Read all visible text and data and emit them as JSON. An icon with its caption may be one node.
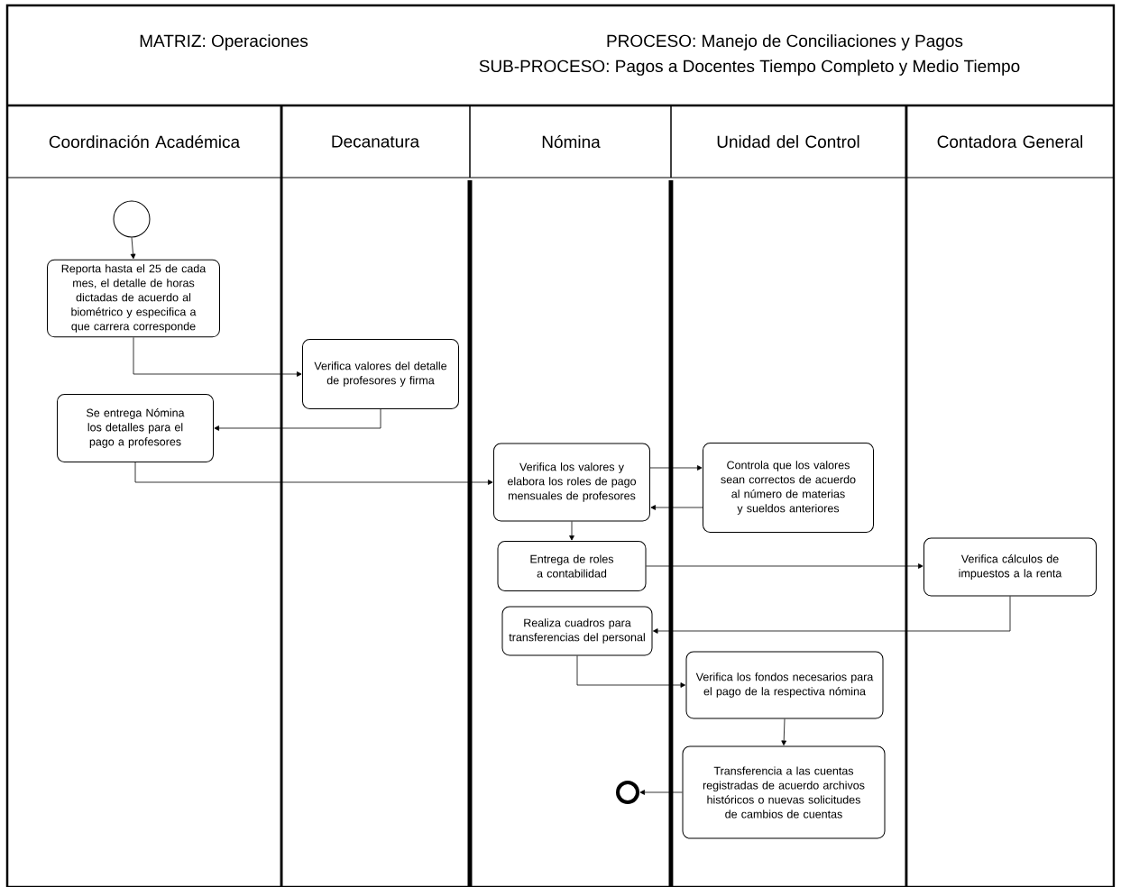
{
  "diagram": {
    "nodes": [
      {
        "text": [
          "Coordinación Académica"
        ]
      },
      {
        "text": [
          "Decanatura"
        ]
      },
      {
        "text": [
          "Nómina"
        ]
      },
      {
        "text": [
          "Unidad del Control"
        ]
      },
      {
        "text": [
          "Contadora General"
        ]
      },
      {
        "text": [],
        "shape": "circle"
      },
      {
        "text": [
          "Reporta hasta el 25 de cada mes, el detalle de horas dictadas de acuerdo al biométrico y especifica a que carrera corresponde"
        ]
      },
      {
        "text": [
          "Verifica valores del detalle de profesores y firma"
        ]
      },
      {
        "text": [
          "Se entrega Nómina los detalles para el pago a profesores"
        ]
      },
      {
        "text": [
          "Verifica los valores y elabora los roles de pago mensuales de profesores"
        ]
      },
      {
        "text": [
          "Controla que los valores sean correctos de acuerdo al número de materias y sueldos anteriores"
        ]
      },
      {
        "text": [
          "Entrega de roles a contabilidad"
        ]
      },
      {
        "text": [
          "Verifica cálculos de impuestos a la renta"
        ]
      },
      {
        "text": [
          "Realiza cuadros para transferencias del personal"
        ]
      },
      {
        "text": [
          "Verifica los fondos necesarios para el pago de la respectiva nómina"
        ]
      },
      {
        "text": [
          "Transferencia a las cuentas registradas de acuerdo archivos históricos  o nuevas solicitudes de cambios de cuentas"
        ]
      },
      {
        "text": [],
        "shape": "circle"
      }
    ],
    "edges": [
      {
        "from": 5,
        "to": 6,
        "arrow": "to"
      },
      {
        "from": 6,
        "to": 7,
        "arrow": "to"
      },
      {
        "from": 7,
        "to": 8,
        "arrow": "to"
      },
      {
        "from": 8,
        "to": 9,
        "arrow": "to"
      },
      {
        "from": 9,
        "to": 10,
        "arrow": "to"
      },
      {
        "from": 10,
        "to": 9,
        "arrow": "to"
      },
      {
        "from": 9,
        "to": 11,
        "arrow": "to"
      },
      {
        "from": 11,
        "to": 12,
        "arrow": "to"
      },
      {
        "from": 12,
        "to": 13,
        "arrow": "to"
      },
      {
        "from": 13,
        "to": 14,
        "arrow": "to"
      },
      {
        "from": 14,
        "to": 15,
        "arrow": "to"
      },
      {
        "from": 15,
        "to": 16,
        "arrow": "to"
      }
    ],
    "labels": [
      "MATRIZ: Operaciones",
      "PROCESO:  Manejo de Conciliaciones y Pagos",
      "SUB-PROCESO:  Pagos a Docentes Tiempo Completo y Medio Tiempo"
    ]
  }
}
